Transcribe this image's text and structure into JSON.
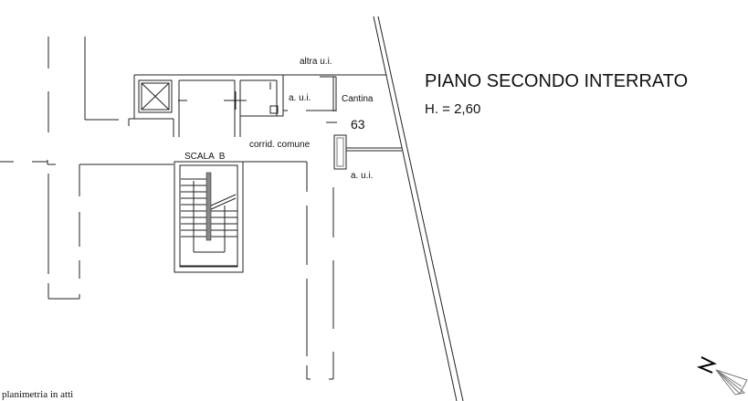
{
  "plan": {
    "title": "PIANO SECONDO INTERRATO",
    "height_label": "H. = 2,60",
    "labels": {
      "altra_ui": "altra u.i.",
      "a_ui_top": "a. u.i.",
      "cantina": "Cantina",
      "number": "63",
      "corridor": "corrid. comune",
      "a_ui_bottom": "a. u.i.",
      "stair": "SCALA  B"
    },
    "footer_note": "planimetria in atti",
    "north_symbol": "N"
  }
}
